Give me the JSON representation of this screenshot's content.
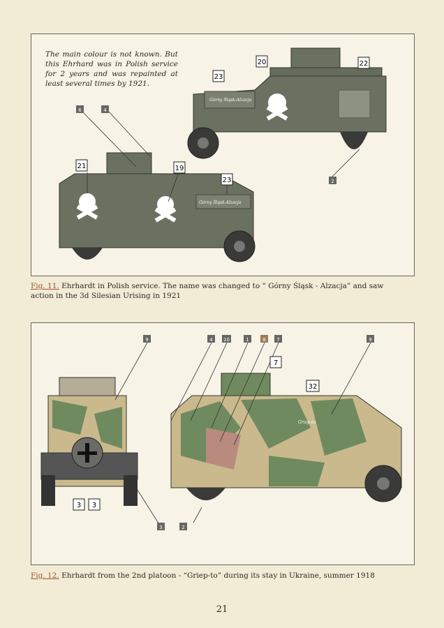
{
  "figure1": {
    "note": "The main colour is not known. But this Ehrhard was in Polish service for 2 years and was repainted at least several times by 1921.",
    "caption_fig": "Fig. 11.",
    "caption_text": " Ehrhardt in Polish service. The name was changed to “ Górny Śląsk - Alzacja” and saw action in the 3d Silesian Urising in 1921",
    "vehicle_name": "Górny Śląsk-Alzacja",
    "callouts": {
      "c20": "20",
      "c22": "22",
      "c23a": "23",
      "c6": "6",
      "c4": "4",
      "c21": "21",
      "c19": "19",
      "c23b": "23",
      "c2": "2"
    }
  },
  "figure2": {
    "caption_fig": "Fig. 12.",
    "caption_text": " Ehrhardt from the 2nd platoon - “Griep-to” during its stay in Ukraine, summer 1918",
    "vehicle_name": "Griep-to",
    "callouts": {
      "c9a": "9",
      "c4": "4",
      "c10": "10",
      "c1": "1",
      "c8": "8",
      "c7a": "7",
      "c9b": "9",
      "c7b": "7",
      "c32": "32",
      "c3a": "3",
      "c3b": "3",
      "c3c": "3",
      "c2": "2"
    }
  },
  "page_number": "21",
  "colors": {
    "polish_green": "#6b7161",
    "camo_green": "#6f8a5e",
    "camo_sand": "#c9b98c",
    "camo_pink": "#b98a7e",
    "paper": "#f2ecd6"
  }
}
